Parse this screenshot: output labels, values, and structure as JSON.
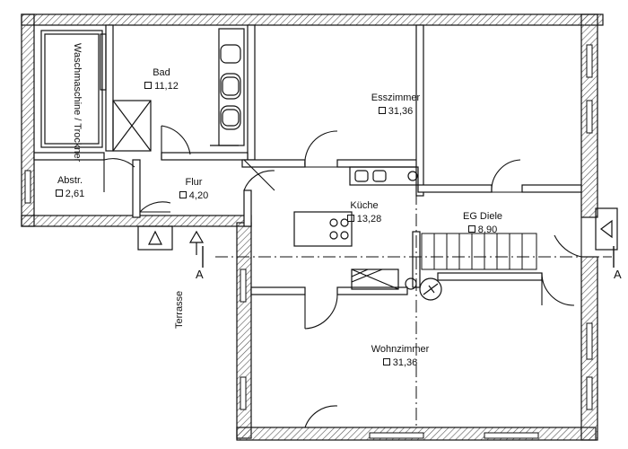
{
  "rooms": {
    "bad": {
      "name": "Bad",
      "area": "11,12"
    },
    "esszimmer": {
      "name": "Esszimmer",
      "area": "31,36"
    },
    "abstr": {
      "name": "Abstr.",
      "area": "2,61"
    },
    "flur": {
      "name": "Flur",
      "area": "4,20"
    },
    "kueche": {
      "name": "Küche",
      "area": "13,28"
    },
    "diele": {
      "name": "EG Diele",
      "area": "8,90"
    },
    "wohnzimmer": {
      "name": "Wohnzimmer",
      "area": "31,36"
    }
  },
  "labels": {
    "waschmaschine": "Waschmaschine / Trockner",
    "terrasse": "Terrasse",
    "section_left": "A",
    "section_right": "A"
  },
  "colors": {
    "line": "#111111",
    "hatch": "#555555",
    "background": "#ffffff"
  }
}
